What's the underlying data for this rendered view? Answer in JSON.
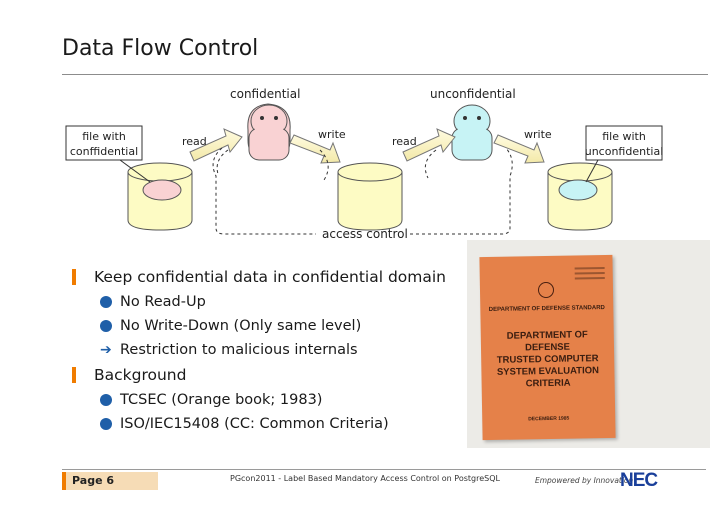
{
  "slide": {
    "title": "Data Flow Control"
  },
  "diagram": {
    "subject_confidential": "confidential",
    "subject_unconfidential": "unconfidential",
    "file_left_line1": "file with",
    "file_left_line2": "conffidential",
    "file_right_line1": "file with",
    "file_right_line2": "unconfidential",
    "read_label": "read",
    "write_label": "write",
    "access_control": "access control"
  },
  "bullets": {
    "b1": "Keep confidential data in confidential domain",
    "b1_1": "No Read-Up",
    "b1_2": "No Write-Down (Only same level)",
    "b1_3": "Restriction to malicious internals",
    "b2": "Background",
    "b2_1": "TCSEC (Orange book; 1983)",
    "b2_2": "ISO/IEC15408 (CC: Common Criteria)"
  },
  "book": {
    "header": "DEPARTMENT OF DEFENSE STANDARD",
    "line1": "DEPARTMENT OF",
    "line2": "DEFENSE",
    "line3": "TRUSTED COMPUTER",
    "line4": "SYSTEM EVALUATION",
    "line5": "CRITERIA",
    "date": "DECEMBER 1985"
  },
  "footer": {
    "page": "Page 6",
    "center": "PGcon2011 - Label Based Mandatory Access Control on PostgreSQL",
    "tagline": "Empowered by Innovation",
    "logo": "NEC"
  },
  "colors": {
    "accent": "#f07c00",
    "bullet_blue": "#1f5fa8",
    "cylinder": "#fdfbc4",
    "face_pink": "#f9d2d3",
    "face_cyan": "#c7f3f5"
  }
}
